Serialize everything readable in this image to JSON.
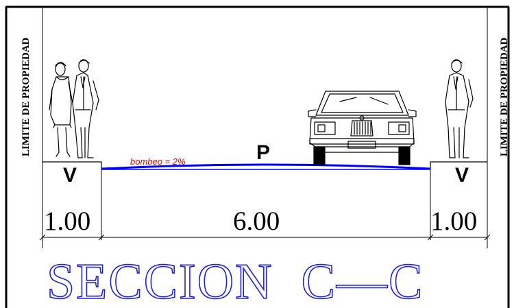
{
  "section_title": "SECCION  C—C",
  "property_label_left": "LIMITE DE PROPIEDAD",
  "property_label_right": "LIMITE DE PROPIEDAD",
  "lanes": {
    "left_sidewalk": "V",
    "roadway": "P",
    "right_sidewalk": "V"
  },
  "slope_note": "bombeo = 2%",
  "dimensions": {
    "left": "1.00",
    "center": "6.00",
    "right": "1.00"
  },
  "colors": {
    "road_surface": "#0000ff",
    "slope_note": "#e00000",
    "title_outline": "#2020e0",
    "lines": "#000000"
  },
  "icons": [
    "pedestrian-couple-icon",
    "car-front-icon",
    "pedestrian-icon"
  ]
}
